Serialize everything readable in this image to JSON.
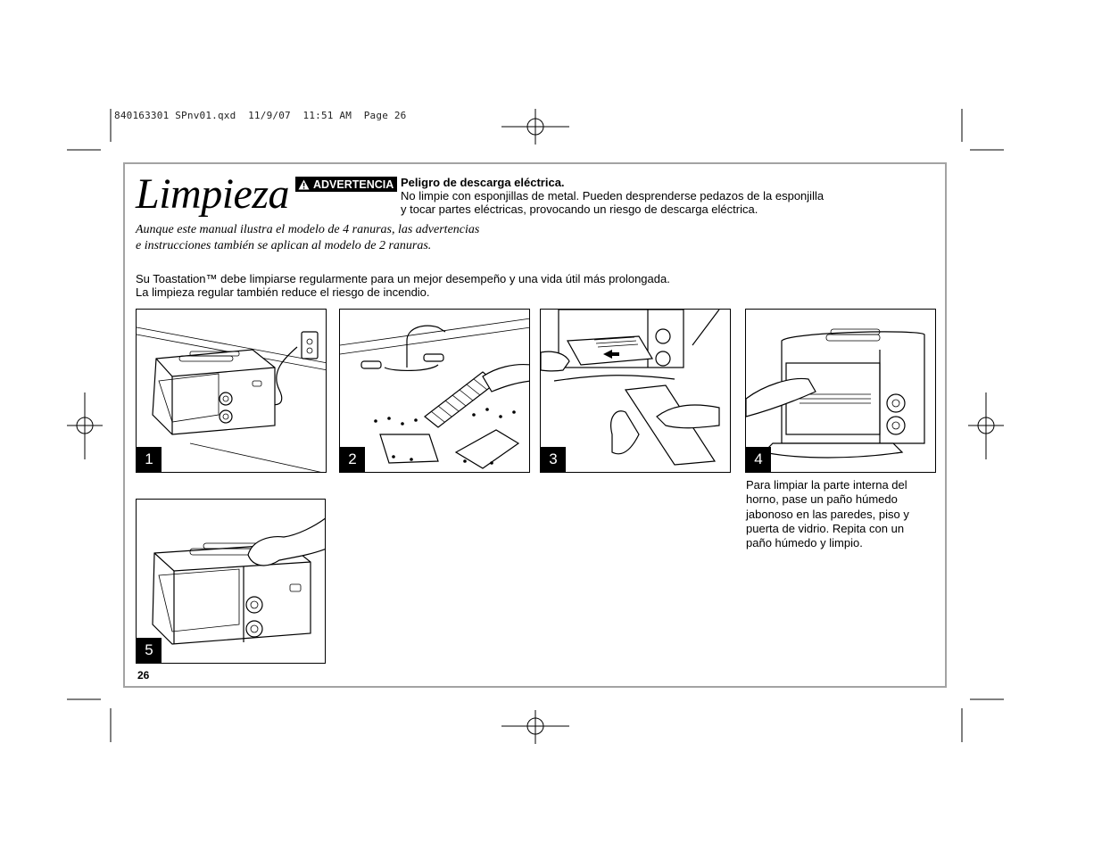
{
  "print_slug": "840163301 SPnv01.qxd  11/9/07  11:51 AM  Page 26",
  "title": "Limpieza",
  "warning": {
    "badge_label": "ADVERTENCIA",
    "icon": "warning-triangle-icon",
    "heading": "Peligro de descarga eléctrica.",
    "lines": [
      "No limpie con esponjillas de metal. Pueden desprenderse pedazos de la esponjilla",
      "y tocar partes eléctricas, provocando un riesgo de descarga eléctrica."
    ]
  },
  "subtitle_lines": [
    "Aunque este manual ilustra el modelo de 4 ranuras, las advertencias",
    "e instrucciones también se aplican al modelo de 2 ranuras."
  ],
  "intro_lines": [
    "Su Toastation™ debe limpiarse regularmente para un mejor desempeño y una vida útil más prolongada.",
    "La limpieza regular también reduce el riesgo de incendio."
  ],
  "steps": [
    {
      "number": "1",
      "illustration": "unplug-toaster-illustration"
    },
    {
      "number": "2",
      "illustration": "wash-rack-and-tray-illustration"
    },
    {
      "number": "3",
      "illustration": "remove-and-wipe-tray-illustration"
    },
    {
      "number": "4",
      "illustration": "wipe-oven-interior-illustration"
    },
    {
      "number": "5",
      "illustration": "wipe-exterior-illustration"
    }
  ],
  "step4_caption_lines": [
    "Para limpiar la parte interna del",
    "horno, pase un paño húmedo",
    "jabonoso en las paredes, piso y",
    "puerta de vidrio. Repita con un",
    "paño húmedo y limpio."
  ],
  "page_number": "26"
}
